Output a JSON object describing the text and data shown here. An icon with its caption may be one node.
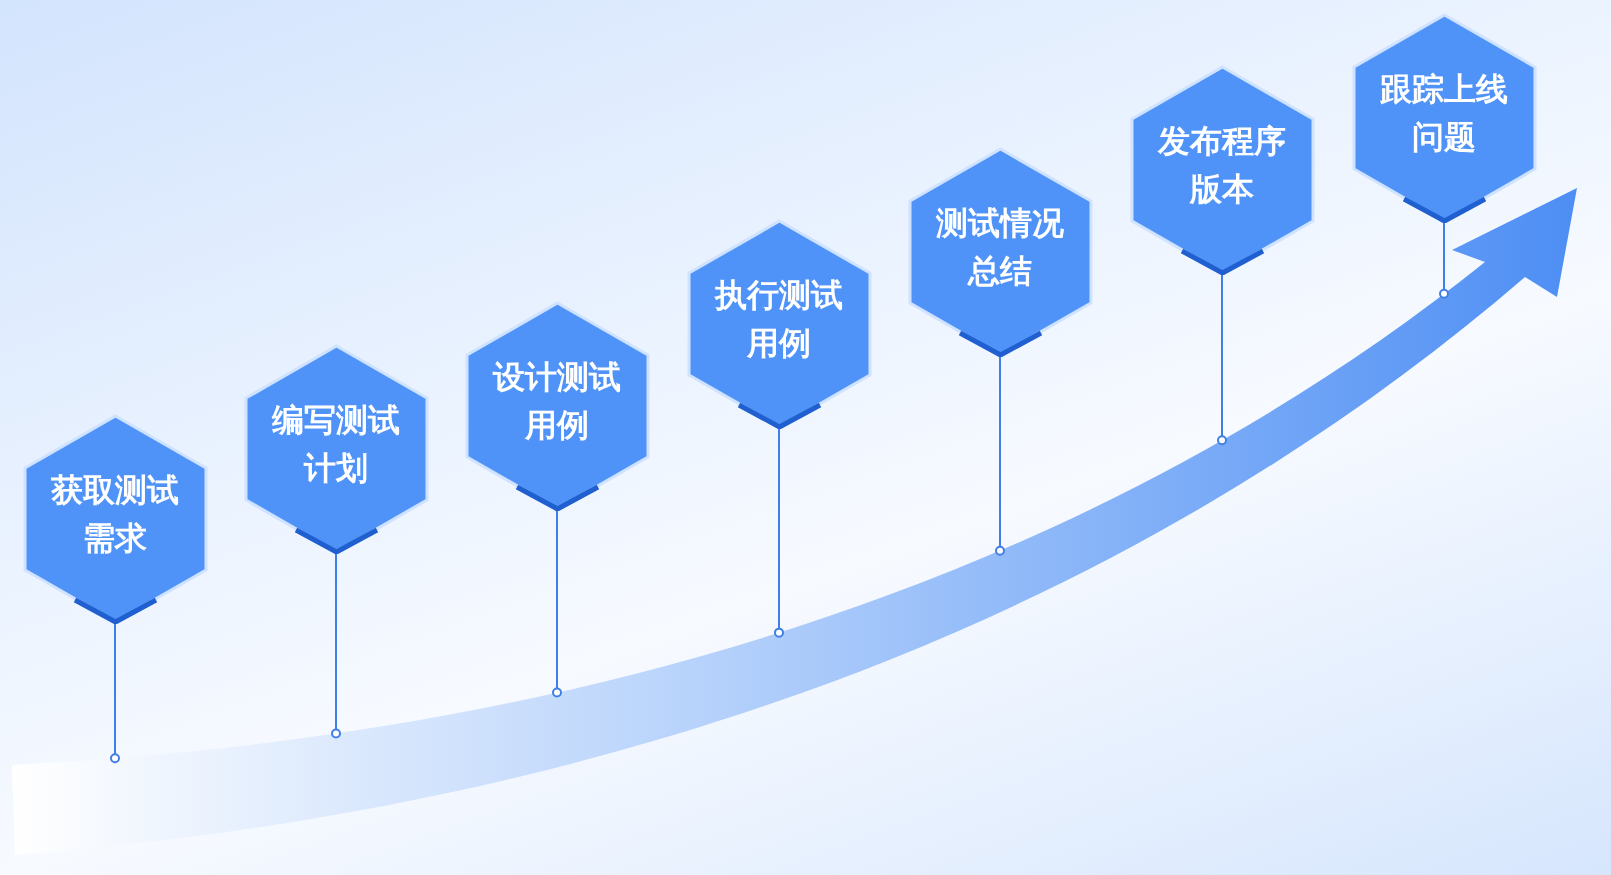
{
  "diagram": {
    "nodes": [
      {
        "text": [
          "获取测试需求"
        ]
      },
      {
        "text": [
          "编写测试计划"
        ]
      },
      {
        "text": [
          "设计测试用例"
        ]
      },
      {
        "text": [
          "执行测试用例"
        ]
      },
      {
        "text": [
          "测试情况总结"
        ]
      },
      {
        "text": [
          "发布程序版本"
        ]
      },
      {
        "text": [
          "跟踪上线问题"
        ]
      },
      {
        "text": [],
        "shape": "arrow"
      }
    ],
    "edges": [
      {
        "from": 0,
        "to": 7,
        "arrow": "other"
      },
      {
        "from": 1,
        "to": 7,
        "arrow": "other"
      },
      {
        "from": 2,
        "to": 7,
        "arrow": "other"
      },
      {
        "from": 3,
        "to": 7,
        "arrow": "other"
      },
      {
        "from": 4,
        "to": 7,
        "arrow": "other"
      },
      {
        "from": 5,
        "to": 7,
        "arrow": "other"
      },
      {
        "from": 6,
        "to": 7,
        "arrow": "other"
      }
    ]
  }
}
